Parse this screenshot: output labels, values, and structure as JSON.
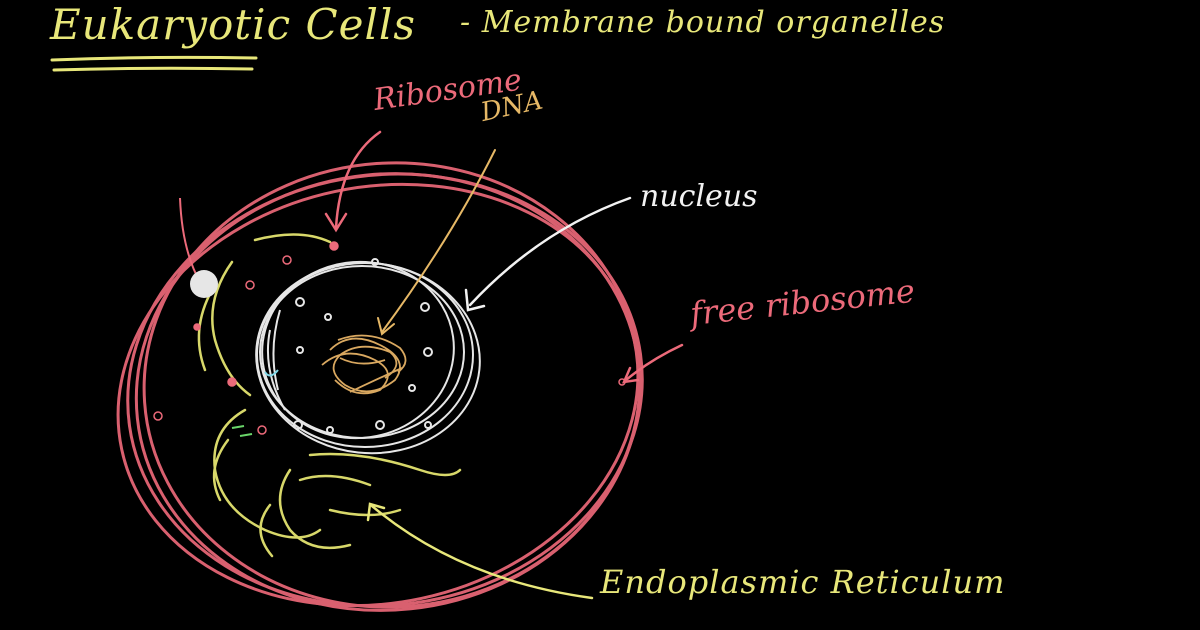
{
  "title": {
    "main": "Eukaryotic Cells",
    "dash": "-",
    "subtitle": "Membrane bound organelles"
  },
  "labels": {
    "ribosome": "Ribosome",
    "dna": "DNA",
    "nucleus": "nucleus",
    "free_ribosome": "free ribosome",
    "endoplasmic_reticulum": "Endoplasmic Reticulum"
  },
  "colors": {
    "background": "#000000",
    "yellow_ink": "#e8e77a",
    "pink_ink": "#ec6a7a",
    "white_ink": "#f2f2f2",
    "orange_ink": "#e6b866"
  }
}
